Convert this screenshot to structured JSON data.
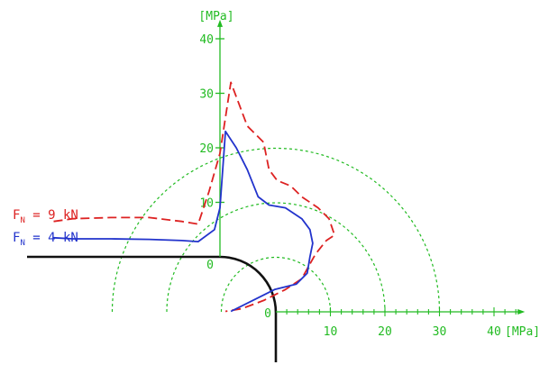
{
  "chart_data": {
    "type": "line",
    "units": {
      "y": "[MPa]",
      "x": "[MPa]"
    },
    "y_axis": {
      "ticks": [
        0,
        10,
        20,
        30,
        40
      ],
      "tick_labels": [
        "0",
        "10",
        "20",
        "30",
        "40"
      ]
    },
    "x_axis": {
      "ticks": [
        0,
        10,
        20,
        30,
        40
      ],
      "tick_labels": [
        "0",
        "10",
        "20",
        "30",
        "40"
      ]
    },
    "arcs": [
      10,
      20,
      30
    ],
    "grid": false,
    "series": [
      {
        "name": "F",
        "name_sub": "N",
        "name_rest": " = 9 kN",
        "color": "#dd2222",
        "dash": "dashed",
        "points": [
          [
            -30.5,
            6.5
          ],
          [
            -27,
            7
          ],
          [
            -20,
            7.2
          ],
          [
            -13,
            7.2
          ],
          [
            -7,
            6.5
          ],
          [
            -4,
            6
          ],
          [
            -2,
            12
          ],
          [
            0,
            19
          ],
          [
            2,
            32
          ],
          [
            3.5,
            28
          ],
          [
            5,
            24
          ],
          [
            8,
            21
          ],
          [
            9,
            16
          ],
          [
            10.5,
            14
          ],
          [
            13,
            13
          ],
          [
            15,
            11
          ],
          [
            18,
            9
          ],
          [
            20,
            7
          ],
          [
            21,
            4
          ],
          [
            19.5,
            3
          ],
          [
            17.5,
            0.5
          ],
          [
            15,
            -4
          ],
          [
            12,
            -6
          ],
          [
            8,
            -8
          ],
          [
            4,
            -9.5
          ],
          [
            1,
            -10
          ]
        ]
      },
      {
        "name": "F",
        "name_sub": "N",
        "name_rest": " = 4 kN",
        "color": "#2233cc",
        "dash": "solid",
        "points": [
          [
            -30.5,
            3.5
          ],
          [
            -27,
            3.3
          ],
          [
            -20,
            3.3
          ],
          [
            -13,
            3.2
          ],
          [
            -7,
            3
          ],
          [
            -4,
            2.8
          ],
          [
            -1,
            5
          ],
          [
            0,
            9
          ],
          [
            1,
            23
          ],
          [
            3,
            20
          ],
          [
            5,
            16
          ],
          [
            7,
            11
          ],
          [
            9,
            9.5
          ],
          [
            12,
            9
          ],
          [
            15,
            7
          ],
          [
            16.5,
            5
          ],
          [
            17,
            2.5
          ],
          [
            16.5,
            0
          ],
          [
            16,
            -3
          ],
          [
            14,
            -5
          ],
          [
            10,
            -6
          ],
          [
            6,
            -8
          ],
          [
            2,
            -10
          ]
        ]
      }
    ]
  }
}
